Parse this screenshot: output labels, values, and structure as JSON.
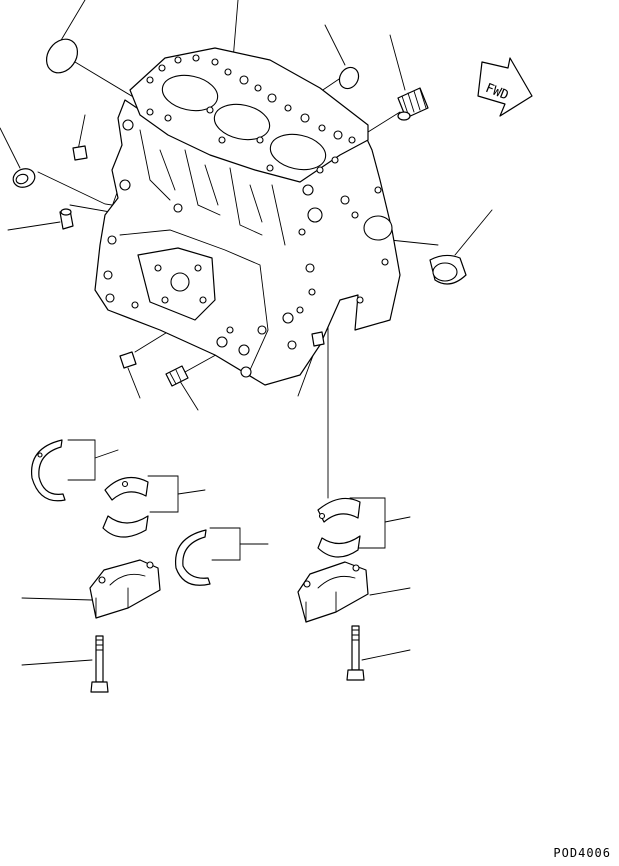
{
  "forward_label": "FWD",
  "figure_code": "POD4006",
  "colors": {
    "ink": "#000000",
    "paper": "#ffffff"
  },
  "parts": [
    "plug-cap",
    "cylinder-block",
    "small-cap",
    "threaded-plug",
    "oil-seal",
    "small-plug",
    "dowel-plug",
    "camshaft-bushing",
    "drain-plug",
    "threaded-plug-lower",
    "dowel-pin",
    "thrust-washer-left",
    "main-bearing-left",
    "thrust-washer-center",
    "main-bearing-cap-left",
    "cap-bolt-left",
    "main-bearing-right",
    "main-bearing-cap-right",
    "cap-bolt-right"
  ]
}
